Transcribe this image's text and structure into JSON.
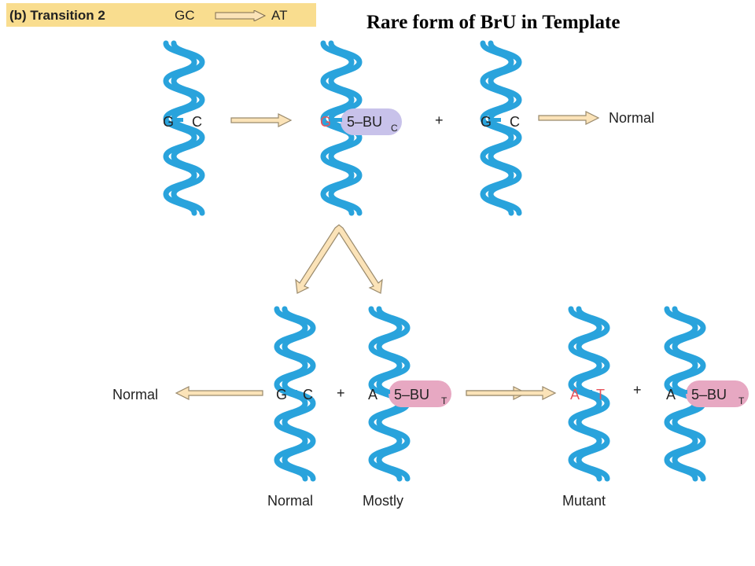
{
  "header": {
    "label": "(b) Transition 2",
    "from": "GC",
    "to": "AT"
  },
  "title": "Rare form of BrU in Template",
  "colors": {
    "helix": "#29a3dc",
    "arrow_fill": "#fbe3b8",
    "arrow_stroke": "#9a8a6c",
    "pill_purple": "#c8c2ea",
    "pill_pink": "#e7a8c2",
    "red_base": "#e8525a",
    "header_bg": "#f9dd8f"
  },
  "top_row": {
    "pair1": {
      "left": "G",
      "right": "C"
    },
    "pair2": {
      "left": "G",
      "analog": "5–BU",
      "analog_sub": "C"
    },
    "plus": "+",
    "pair3": {
      "left": "G",
      "right": "C"
    },
    "outcome": "Normal"
  },
  "bottom_row": {
    "outcome_left": "Normal",
    "pair4": {
      "left": "G",
      "right": "C",
      "caption": "Normal"
    },
    "plus1": "+",
    "pair5": {
      "left": "A",
      "analog": "5–BU",
      "analog_sub": "T",
      "caption": "Mostly"
    },
    "pair6": {
      "left": "A",
      "right": "T",
      "caption": "Mutant"
    },
    "plus2": "+",
    "pair7": {
      "left": "A",
      "analog": "5–BU",
      "analog_sub": "T"
    }
  }
}
